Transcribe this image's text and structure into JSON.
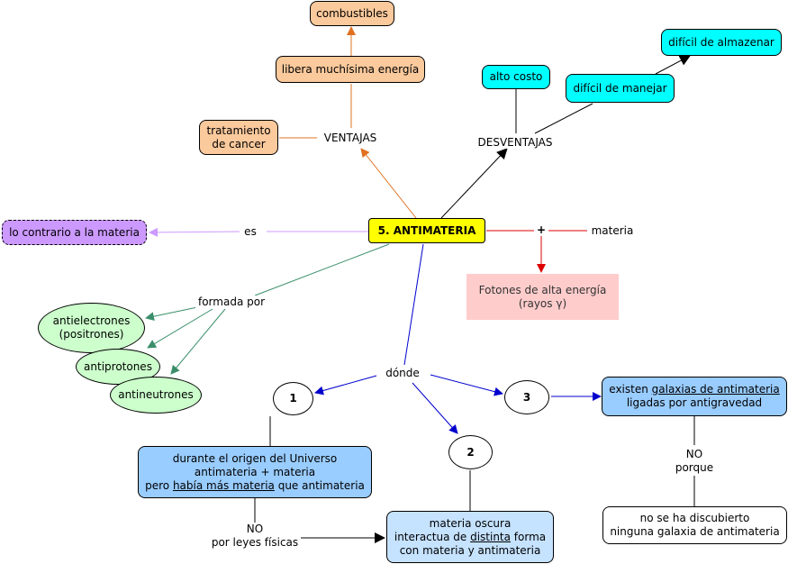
{
  "concepts": {
    "main": "5. ANTIMATERIA",
    "combustibles": "combustibles",
    "libera": "libera muchísima energía",
    "tratamiento_1": "tratamiento",
    "tratamiento_2": "de cancer",
    "alto_costo": "alto costo",
    "dificil_manejar": "difícil de manejar",
    "dificil_almacenar": "difícil de almazenar",
    "contrario": "lo contrario a la materia",
    "fotones_1": "Fotones de alta energía",
    "fotones_2": "(rayos γ)",
    "antielectrones_1": "antielectrones",
    "antielectrones_2": "(positrones)",
    "antiprotones": "antiprotones",
    "antineutrones": "antineutrones",
    "n1": "1",
    "n2": "2",
    "n3": "3",
    "origen_1": "durante el origen del Universo",
    "origen_2": "antimateria + materia",
    "origen_3a": "pero ",
    "origen_3b": "había más materia",
    "origen_3c": " que antimateria",
    "oscura_1": "materia oscura",
    "oscura_2a": "interactua de ",
    "oscura_2b": "distinta",
    "oscura_2c": " forma",
    "oscura_3": "con materia y antimateria",
    "galaxias_1a": "existen ",
    "galaxias_1b": "galaxias de antimateria",
    "galaxias_2": "ligadas por antigravedad",
    "nodesc_1": "no se ha discubierto",
    "nodesc_2": "ninguna galaxia de antimateria"
  },
  "link_labels": {
    "ventajas": "VENTAJAS",
    "desventajas": "DESVENTAJAS",
    "es": "es",
    "plus": "+",
    "materia": "materia",
    "formada_por": "formada por",
    "donde": "dónde",
    "no_porque_1": "NO",
    "no_porque_2": "porque",
    "no_leyes_1": "NO",
    "no_leyes_2": "por leyes físicas"
  },
  "colors": {
    "orange_link": "#e07020",
    "black_link": "#000000",
    "purple_link": "#cc99ff",
    "red_link": "#dd0000",
    "green_link": "#3a8f6a",
    "blue_link": "#0000cc"
  }
}
